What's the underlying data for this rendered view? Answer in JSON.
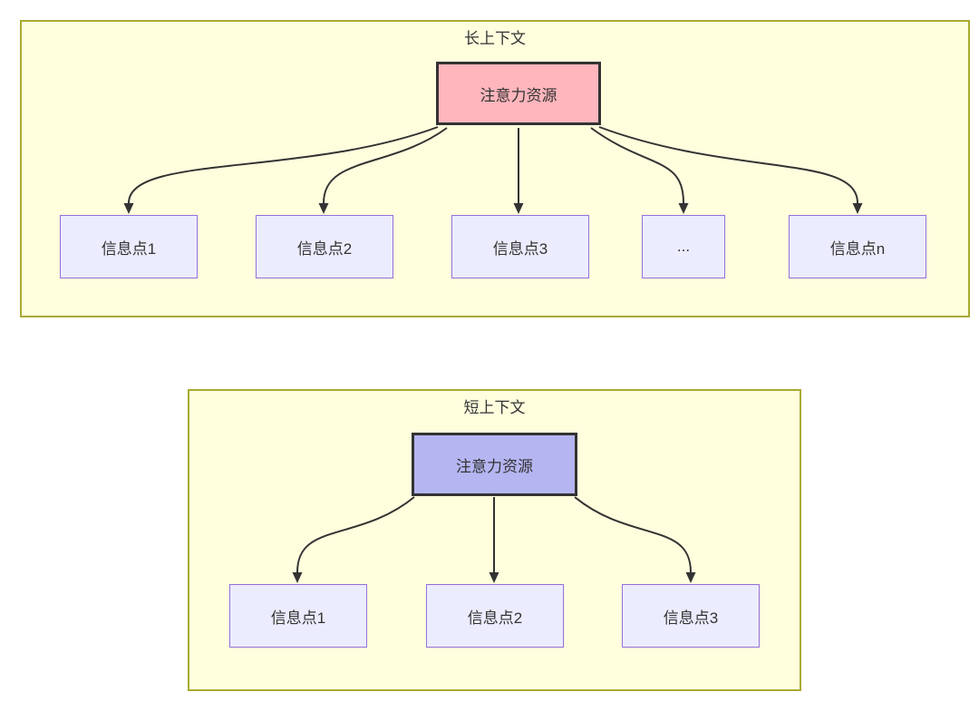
{
  "diagram": {
    "type": "flowchart-comparison",
    "colors": {
      "subgraph_fill": "#ffffde",
      "subgraph_border": "#aaaa33",
      "info_node_fill": "#ececff",
      "info_node_border": "#9370db",
      "attention_long_fill": "#ffb6bd",
      "attention_short_fill": "#b5b5f2",
      "attention_border": "#333333",
      "edge_color": "#333333",
      "text_color": "#333333"
    },
    "long_context": {
      "title": "长上下文",
      "attention_node": {
        "label": "注意力资源",
        "fill": "#ffb6bd"
      },
      "info_nodes": [
        {
          "label": "信息点1"
        },
        {
          "label": "信息点2"
        },
        {
          "label": "信息点3"
        },
        {
          "label": "..."
        },
        {
          "label": "信息点n"
        }
      ],
      "edges": [
        "注意力资源 -> 信息点1",
        "注意力资源 -> 信息点2",
        "注意力资源 -> 信息点3",
        "注意力资源 -> ...",
        "注意力资源 -> 信息点n"
      ]
    },
    "short_context": {
      "title": "短上下文",
      "attention_node": {
        "label": "注意力资源",
        "fill": "#b5b5f2"
      },
      "info_nodes": [
        {
          "label": "信息点1"
        },
        {
          "label": "信息点2"
        },
        {
          "label": "信息点3"
        }
      ],
      "edges": [
        "注意力资源 -> 信息点1",
        "注意力资源 -> 信息点2",
        "注意力资源 -> 信息点3"
      ]
    }
  }
}
